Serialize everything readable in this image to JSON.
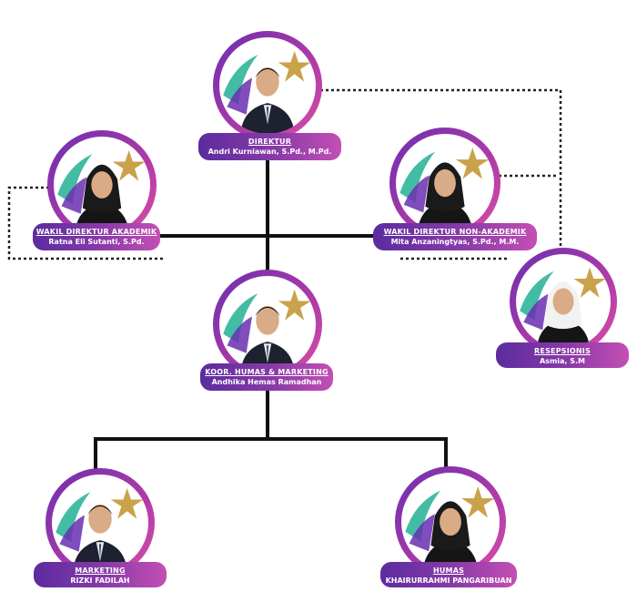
{
  "colors": {
    "line": "#111111",
    "badge_start": "#5b2c9f",
    "badge_end": "#c44fb4",
    "ring": "#8a35b0",
    "accent_green": "#2fb59a",
    "star_gold": "#c9a24a"
  },
  "nodes": [
    {
      "id": "direktur",
      "title": "DIREKTUR",
      "name": "Andri Kurniawan, S.Pd., M.Pd."
    },
    {
      "id": "wakil-akademik",
      "title": "WAKIL DIREKTUR AKADEMIK",
      "name": "Ratna Eli Sutanti, S.Pd."
    },
    {
      "id": "wakil-non-akademik",
      "title": "WAKIL DIREKTUR NON-AKADEMIK",
      "name": "Mita Anzaningtyas, S.Pd., M.M."
    },
    {
      "id": "resepsionis",
      "title": "RESEPSIONIS",
      "name": "Asmia, S.M"
    },
    {
      "id": "koor-humas",
      "title": "KOOR. HUMAS & MARKETING",
      "name": "Andhika Hemas Ramadhan"
    },
    {
      "id": "marketing",
      "title": "MARKETING",
      "name": "RIZKI FADILAH"
    },
    {
      "id": "humas",
      "title": "HUMAS",
      "name": "KHAIRURRAHMI PANGARIBUAN"
    }
  ]
}
